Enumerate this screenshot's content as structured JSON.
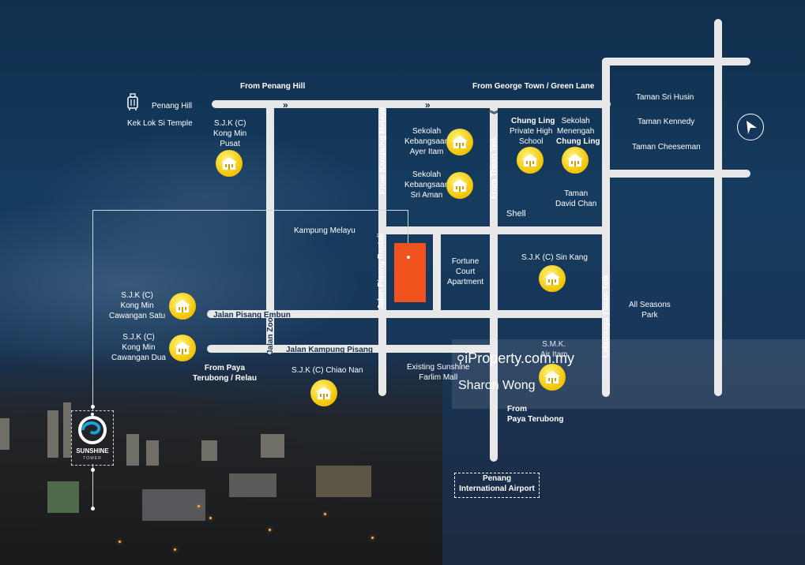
{
  "compass": {
    "icon": "north-arrow-icon"
  },
  "roads_top": {
    "from_penang_hill": "From Penang Hill",
    "from_george_town": "From George Town / Green Lane"
  },
  "places": {
    "penang_hill": "Penang Hill",
    "kek_lok_si": "Kek Lok Si Temple",
    "kampung_melayu": "Kampung Melayu",
    "fortune_court": "Fortune\nCourt\nApartment",
    "shell": "Shell",
    "all_seasons": "All Seasons\nPark",
    "existing_mall": "Existing Sunshine\nFarlim Mall",
    "from_paya_relau": "From Paya\nTerubong / Relau",
    "from_paya_terubong": "From\nPaya Terubong",
    "taman_sri_husin": "Taman Sri Husin",
    "taman_kennedy": "Taman Kennedy",
    "taman_cheeseman": "Taman Cheeseman",
    "taman_david_chan": "Taman\nDavid Chan",
    "airport": "Penang\nInternational Airport"
  },
  "schools": {
    "kong_min_pusat": "S.J.K (C)\nKong Min\nPusat",
    "sk_ayer_itam": "Sekolah\nKebangsaan\nAyer Itam",
    "sk_sri_aman": "Sekolah\nKebangsaan\nSri Aman",
    "chung_ling_private_a": "Chung Ling",
    "chung_ling_private_b": "Private High\nSchool",
    "smk_chung_ling_a": "Sekolah\nMenengah",
    "smk_chung_ling_b": "Chung Ling",
    "sin_kang": "S.J.K (C)  Sin Kang",
    "kong_min_satu": "S.J.K (C)\nKong Min\nCawangan Satu",
    "kong_min_dua": "S.J.K (C)\nKong Min\nCawangan Dua",
    "chiao_nan": "S.J.K (C) Chiao Nan",
    "smk_air_itam": "S.M.K.\nAir Itam"
  },
  "streets": {
    "jalan_pisang_embun": "Jalan Pisang Embun",
    "jalan_kampung_pisang": "Jalan Kampung Pisang",
    "jalan_zoo": "Jalan Zoo",
    "from_kampung_melayu": "From Kampung Melayu",
    "jalan_pisang_rastali": "Jalan Pisang Rastali",
    "from_thean_teik": "From Thean Teik",
    "lebuhraya_thean_teik": "Lebuhraya Thean Teik"
  },
  "watermark": {
    "brand": "iProperty.com.my",
    "agent": "Sharon Wong"
  },
  "logo": {
    "name": "SUNSHINE",
    "sub": "TOWER"
  },
  "colors": {
    "site": "#f0521e",
    "road": "#e8e8e8",
    "school_icon": "#f2c200"
  }
}
